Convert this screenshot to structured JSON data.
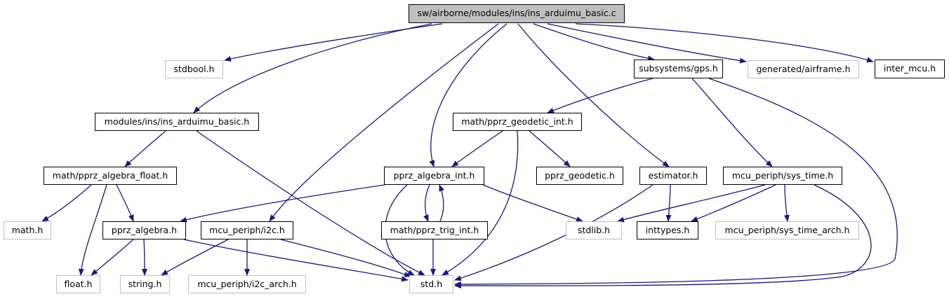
{
  "nodes": {
    "ins_arduimu_basic_c": "sw/airborne/modules/ins/ins_arduimu_basic.c",
    "stdbool_h": "stdbool.h",
    "ins_arduimu_basic_h": "modules/ins/ins_arduimu_basic.h",
    "subsystems_gps_h": "subsystems/gps.h",
    "generated_airframe_h": "generated/airframe.h",
    "inter_mcu_h": "inter_mcu.h",
    "pprz_geodetic_int_h": "math/pprz_geodetic_int.h",
    "pprz_algebra_float_h": "math/pprz_algebra_float.h",
    "pprz_algebra_int_h": "pprz_algebra_int.h",
    "pprz_geodetic_h": "pprz_geodetic.h",
    "estimator_h": "estimator.h",
    "sys_time_h": "mcu_periph/sys_time.h",
    "math_h": "math.h",
    "pprz_algebra_h": "pprz_algebra.h",
    "i2c_h": "mcu_periph/i2c.h",
    "pprz_trig_int_h": "math/pprz_trig_int.h",
    "stdlib_h": "stdlib.h",
    "inttypes_h": "inttypes.h",
    "sys_time_arch_h": "mcu_periph/sys_time_arch.h",
    "float_h": "float.h",
    "string_h": "string.h",
    "i2c_arch_h": "mcu_periph/i2c_arch.h",
    "std_h": "std.h"
  },
  "colors": {
    "edge": "#191970",
    "node_border": "#000000",
    "external_border": "#bfbfbf",
    "root_fill": "#bfbfbf"
  }
}
